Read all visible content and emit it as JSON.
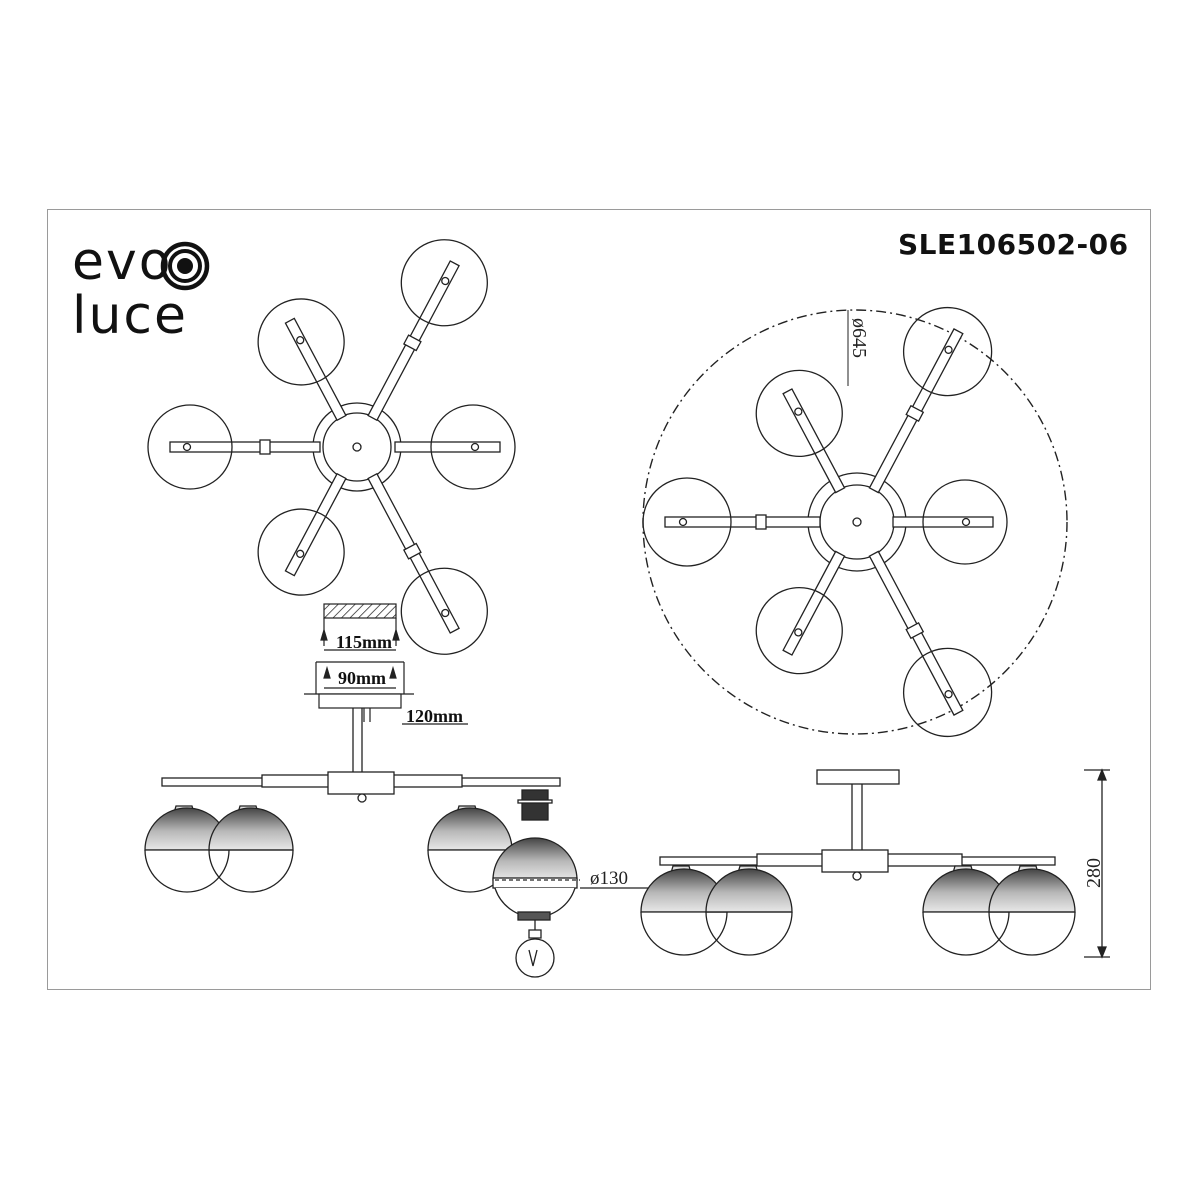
{
  "brand": {
    "line1": "evo",
    "line2": "luce"
  },
  "model": "SLE106502-06",
  "dimensions": {
    "canopy_outer": "115mm",
    "canopy_inner": "90mm",
    "rod": "120mm",
    "shade_diameter": "ø130",
    "overall_diameter": "ø645",
    "height": "280"
  }
}
